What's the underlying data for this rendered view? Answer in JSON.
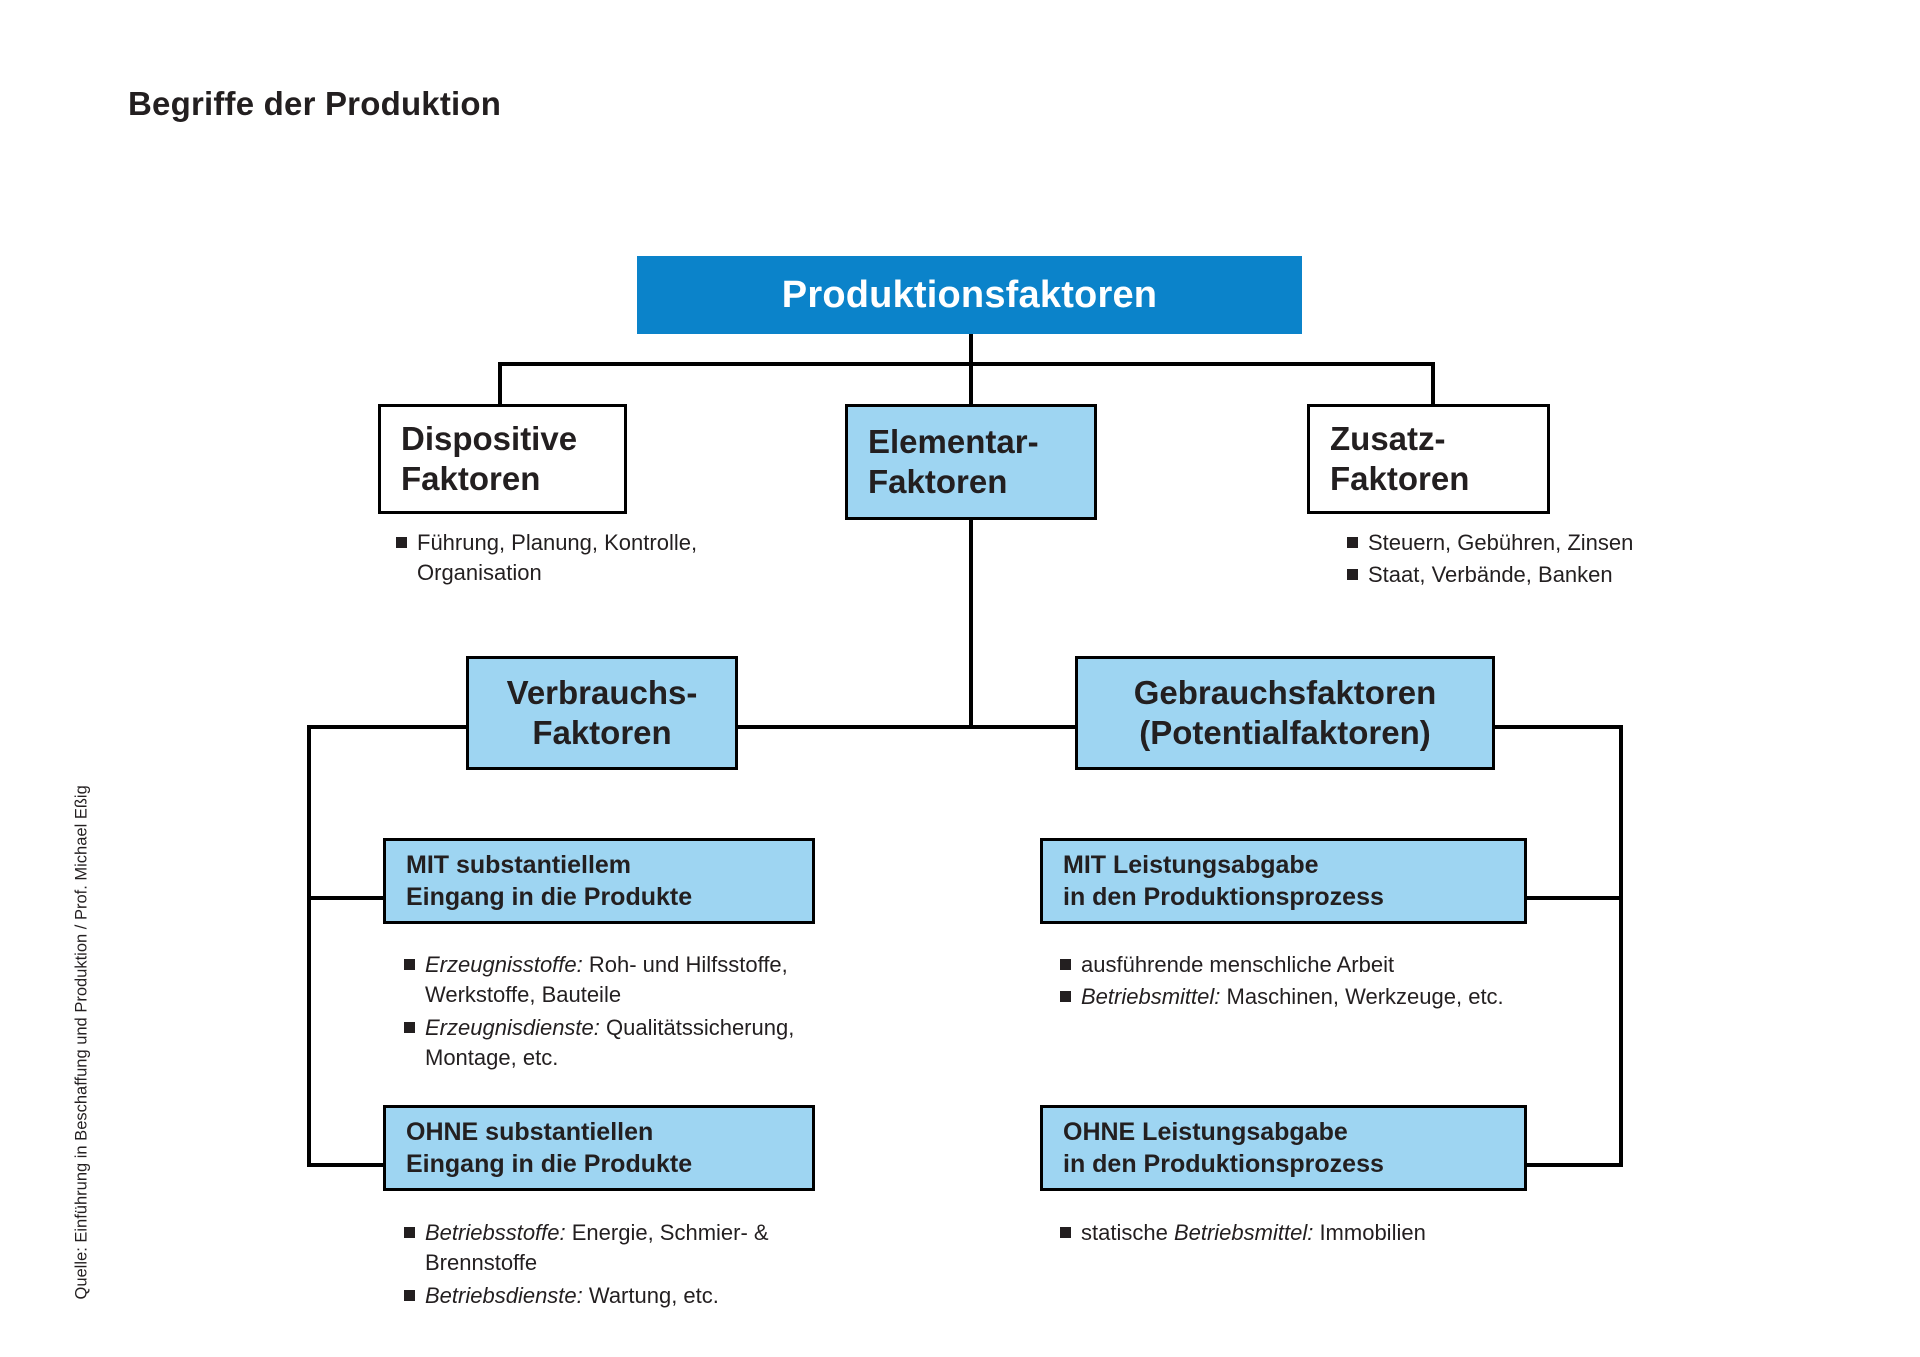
{
  "title": "Begriffe der Produktion",
  "source_credit": "Quelle: Einführung in Beschaffung und Produktion / Prof. Michael Eßig",
  "colors": {
    "root_fill": "#0b83ca",
    "root_text": "#ffffff",
    "node_fill": "#9ed5f2",
    "outline_fill": "#ffffff",
    "border": "#000000",
    "text": "#231f20"
  },
  "nodes": {
    "root": {
      "label": "Produktionsfaktoren"
    },
    "dispositive": {
      "line1": "Dispositive",
      "line2": "Faktoren"
    },
    "elementar": {
      "line1": "Elementar-",
      "line2": "Faktoren"
    },
    "zusatz": {
      "line1": "Zusatz-",
      "line2": "Faktoren"
    },
    "verbrauchs": {
      "line1": "Verbrauchs-",
      "line2": "Faktoren"
    },
    "gebrauchs": {
      "line1": "Gebrauchsfaktoren",
      "line2": "(Potentialfaktoren)"
    },
    "mit_substantiell": {
      "line1": "MIT substantiellem",
      "line2": "Eingang in die Produkte"
    },
    "ohne_substantiell": {
      "line1": "OHNE substantiellen",
      "line2": "Eingang in die Produkte"
    },
    "mit_leistung": {
      "line1": "MIT Leistungsabgabe",
      "line2": "in den Produktionsprozess"
    },
    "ohne_leistung": {
      "line1": "OHNE Leistungsabgabe",
      "line2": "in den Produktionsprozess"
    }
  },
  "bullets": {
    "dispositive": [
      {
        "emphasis": "",
        "rest": "Führung, Planung, Kontrolle, Organisation"
      }
    ],
    "zusatz": [
      {
        "emphasis": "",
        "rest": "Steuern, Gebühren, Zinsen"
      },
      {
        "emphasis": "",
        "rest": "Staat, Verbände, Banken"
      }
    ],
    "mit_substantiell": [
      {
        "emphasis": "Erzeugnisstoffe:",
        "rest": " Roh- und Hilfsstoffe, Werkstoffe, Bauteile"
      },
      {
        "emphasis": "Erzeugnisdienste:",
        "rest": " Qualitätssicherung, Montage, etc."
      }
    ],
    "ohne_substantiell": [
      {
        "emphasis": "Betriebsstoffe:",
        "rest": " Energie, Schmier- & Brennstoffe"
      },
      {
        "emphasis": "Betriebsdienste:",
        "rest": " Wartung, etc."
      }
    ],
    "mit_leistung": [
      {
        "emphasis": "",
        "rest": "ausführende menschliche Arbeit"
      },
      {
        "emphasis": "Betriebsmittel:",
        "rest": " Maschinen, Werkzeuge, etc."
      }
    ],
    "ohne_leistung": [
      {
        "prefix": "statische ",
        "emphasis": "Betriebsmittel:",
        "rest": " Immobilien"
      }
    ]
  }
}
